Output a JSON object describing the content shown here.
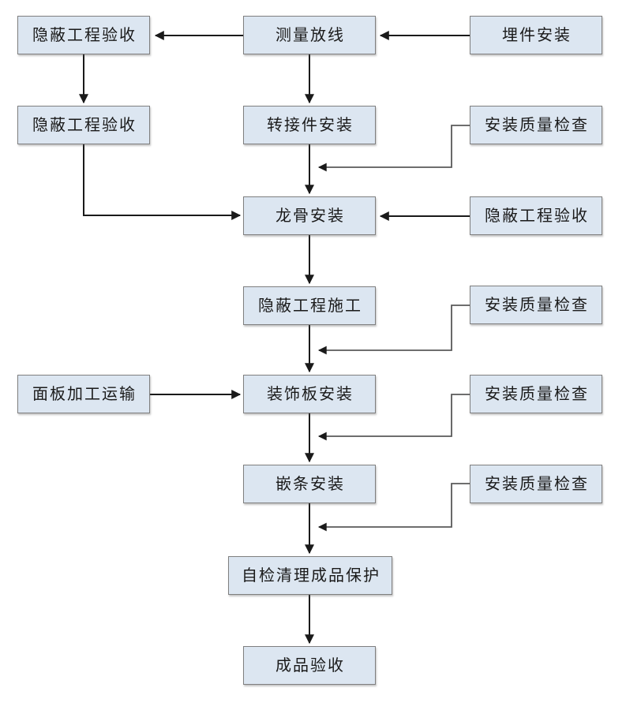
{
  "diagram": {
    "type": "flowchart",
    "background": "#ffffff",
    "colors": {
      "box_fill": "#dce6f1",
      "box_border": "#7f7f7f",
      "text": "#1a1a1a",
      "flow_arrow": "#1a1a1a",
      "check_connector": "#595959"
    },
    "nodes": [
      {
        "id": "hidden-works-acceptance-top",
        "label": "隐蔽工程验收"
      },
      {
        "id": "measure-set-out",
        "label": "测量放线"
      },
      {
        "id": "embedded-parts-install",
        "label": "埋件安装"
      },
      {
        "id": "hidden-works-acceptance-left",
        "label": "隐蔽工程验收"
      },
      {
        "id": "adapter-install",
        "label": "转接件安装"
      },
      {
        "id": "install-quality-check-1",
        "label": "安装质量检查"
      },
      {
        "id": "keel-install",
        "label": "龙骨安装"
      },
      {
        "id": "hidden-works-acceptance-right",
        "label": "隐蔽工程验收"
      },
      {
        "id": "hidden-works-construction",
        "label": "隐蔽工程施工"
      },
      {
        "id": "install-quality-check-2",
        "label": "安装质量检查"
      },
      {
        "id": "panel-processing-transport",
        "label": "面板加工运输"
      },
      {
        "id": "decorative-panel-install",
        "label": "装饰板安装"
      },
      {
        "id": "install-quality-check-3",
        "label": "安装质量检查"
      },
      {
        "id": "strip-install",
        "label": "嵌条安装"
      },
      {
        "id": "install-quality-check-4",
        "label": "安装质量检查"
      },
      {
        "id": "self-check-clean-protect",
        "label": "自检清理成品保护"
      },
      {
        "id": "finished-product-acceptance",
        "label": "成品验收"
      }
    ],
    "edges": [
      {
        "from": "embedded-parts-install",
        "to": "measure-set-out"
      },
      {
        "from": "measure-set-out",
        "to": "hidden-works-acceptance-top"
      },
      {
        "from": "hidden-works-acceptance-top",
        "to": "hidden-works-acceptance-left"
      },
      {
        "from": "measure-set-out",
        "to": "adapter-install"
      },
      {
        "from": "adapter-install",
        "to": "keel-install"
      },
      {
        "from": "install-quality-check-1",
        "to": "flow adapter-install → keel-install"
      },
      {
        "from": "hidden-works-acceptance-left",
        "to": "keel-install"
      },
      {
        "from": "hidden-works-acceptance-right",
        "to": "keel-install"
      },
      {
        "from": "keel-install",
        "to": "hidden-works-construction"
      },
      {
        "from": "hidden-works-construction",
        "to": "decorative-panel-install"
      },
      {
        "from": "install-quality-check-2",
        "to": "flow hidden-works-construction → decorative-panel-install"
      },
      {
        "from": "panel-processing-transport",
        "to": "decorative-panel-install"
      },
      {
        "from": "decorative-panel-install",
        "to": "strip-install"
      },
      {
        "from": "install-quality-check-3",
        "to": "flow decorative-panel-install → strip-install"
      },
      {
        "from": "strip-install",
        "to": "self-check-clean-protect"
      },
      {
        "from": "install-quality-check-4",
        "to": "flow strip-install → self-check-clean-protect"
      },
      {
        "from": "self-check-clean-protect",
        "to": "finished-product-acceptance"
      }
    ]
  }
}
